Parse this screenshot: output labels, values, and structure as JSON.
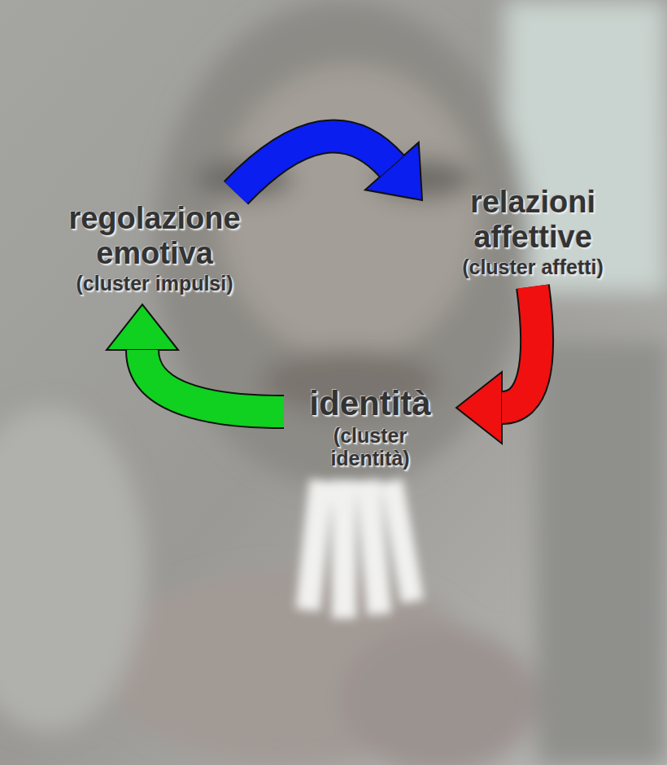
{
  "diagram": {
    "nodes": [
      {
        "text": [
          "regolazione emotiva",
          "(cluster impulsi)"
        ]
      },
      {
        "text": [
          "relazioni affettive",
          "(cluster affetti)"
        ]
      },
      {
        "text": [
          "identità",
          "(cluster identità)"
        ]
      }
    ],
    "edges": [
      {
        "from": 0,
        "to": 1,
        "arrow": "to"
      },
      {
        "from": 1,
        "to": 2,
        "arrow": "to"
      },
      {
        "from": 2,
        "to": 0,
        "arrow": "to"
      }
    ]
  }
}
